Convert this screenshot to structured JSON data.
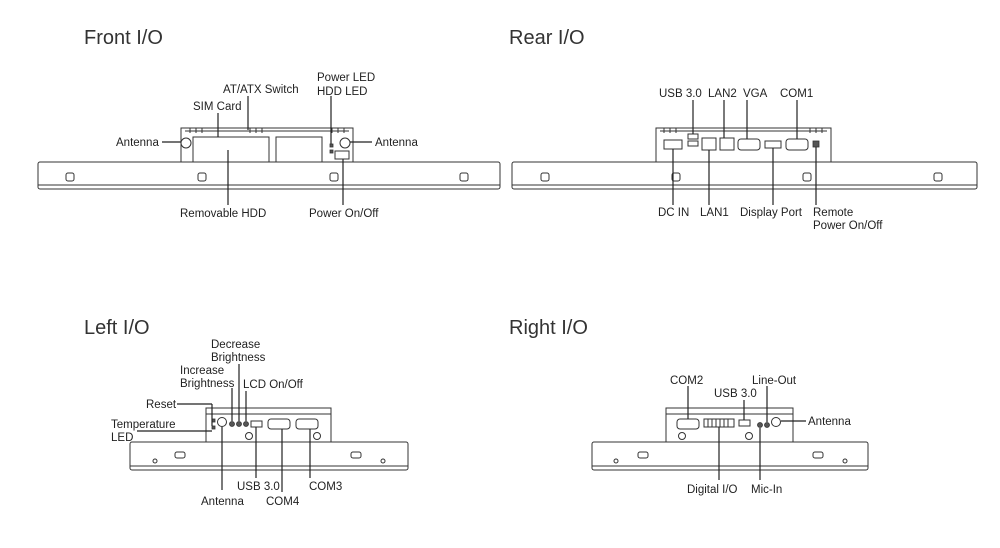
{
  "panels": {
    "front": {
      "title": "Front I/O",
      "labels": {
        "antenna_left": "Antenna",
        "sim_card": "SIM Card",
        "at_atx_switch": "AT/ATX Switch",
        "power_led": "Power LED",
        "hdd_led": "HDD LED",
        "antenna_right": "Antenna",
        "removable_hdd": "Removable HDD",
        "power_on_off": "Power On/Off"
      }
    },
    "rear": {
      "title": "Rear I/O",
      "labels": {
        "usb30": "USB 3.0",
        "lan2": "LAN2",
        "vga": "VGA",
        "com1": "COM1",
        "dc_in": "DC IN",
        "lan1": "LAN1",
        "display_port": "Display Port",
        "remote_line1": "Remote",
        "remote_line2": "Power On/Off"
      }
    },
    "left": {
      "title": "Left I/O",
      "labels": {
        "decrease_line1": "Decrease",
        "decrease_line2": "Brightness",
        "increase_line1": "Increase",
        "increase_line2": "Brightness",
        "lcd_on_off": "LCD On/Off",
        "reset": "Reset",
        "temp_line1": "Temperature",
        "temp_line2": "LED",
        "usb30": "USB 3.0",
        "com3": "COM3",
        "antenna": "Antenna",
        "com4": "COM4"
      }
    },
    "right": {
      "title": "Right I/O",
      "labels": {
        "com2": "COM2",
        "line_out": "Line-Out",
        "usb30": "USB 3.0",
        "antenna": "Antenna",
        "digital_io": "Digital I/O",
        "mic_in": "Mic-In"
      }
    }
  }
}
